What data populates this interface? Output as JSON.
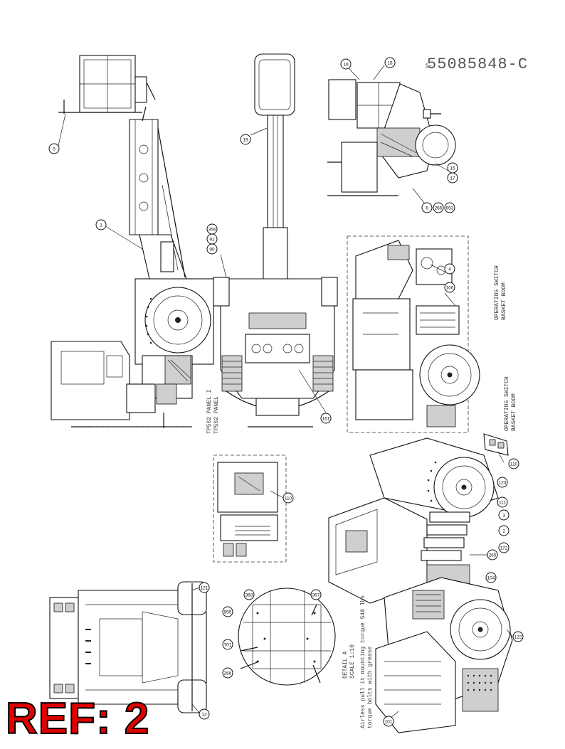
{
  "drawing_number": "55085848-C",
  "drawing_prefix": "1-",
  "ref_label": "REF: 2",
  "accent_color": "#e00000",
  "panel_labels": {
    "panel_line1": "TP562 PANEL I",
    "panel_line2": "TP562 PANEL"
  },
  "operating_switch_1": {
    "line1": "OPERATING SWITCH",
    "line2": "BASKET BOOM"
  },
  "operating_switch_2": {
    "line1": "OPERATING SWITCH",
    "line2": "BASKET BOOM"
  },
  "detail_label": {
    "line1": "DETAIL A",
    "line2": "SCALE 1:10"
  },
  "torque_note": {
    "line1": "Airless pull it mounting torque 540 lbs",
    "line2": "torque bolts with grease"
  },
  "callouts": {
    "c5": "5",
    "c1": "1",
    "c19": "19",
    "c15": "15",
    "c16": "16",
    "c90": "90",
    "c92": "92",
    "c356": "356",
    "c161": "161",
    "c4": "4",
    "c100": "100",
    "c17": "17",
    "c15b": "15",
    "c6": "6",
    "c265": "265",
    "c953": "953",
    "c110": "110",
    "c110b": "110",
    "c121": "121",
    "c122": "122",
    "c123": "123",
    "c111": "111",
    "c3": "3",
    "c2": "2",
    "c265b": "265",
    "c172": "172",
    "c104": "104",
    "c101": "101",
    "c12": "12",
    "c368": "368",
    "c367": "367",
    "c955": "955",
    "c701": "701",
    "c266": "266"
  }
}
